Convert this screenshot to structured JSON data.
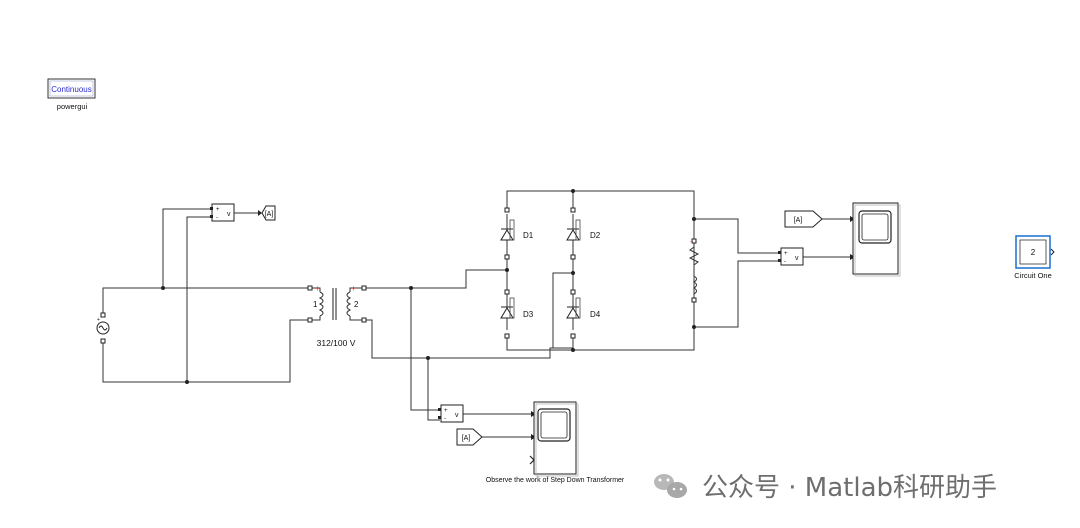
{
  "powergui": {
    "mode": "Continuous",
    "name": "powergui"
  },
  "labels": {
    "d1": "D1",
    "d2": "D2",
    "d3": "D3",
    "d4": "D4",
    "winding1": "1",
    "winding2": "2",
    "transformer": "312/100 V",
    "scope_caption": "Observe the work of Step Down Transformer"
  },
  "tags": {
    "goto": "[A]",
    "from1": "[A]",
    "from2": "[A]"
  },
  "vmeter": {
    "plus": "+",
    "minus": "-",
    "v": "v"
  },
  "subsystem": {
    "value": "2",
    "name": "Circuit One"
  },
  "watermark": {
    "text": "公众号 · Matlab科研助手"
  },
  "colors": {
    "accent": "#1a6fd1",
    "powergui_text": "#2a2ad0",
    "polarity": "#d42020"
  }
}
